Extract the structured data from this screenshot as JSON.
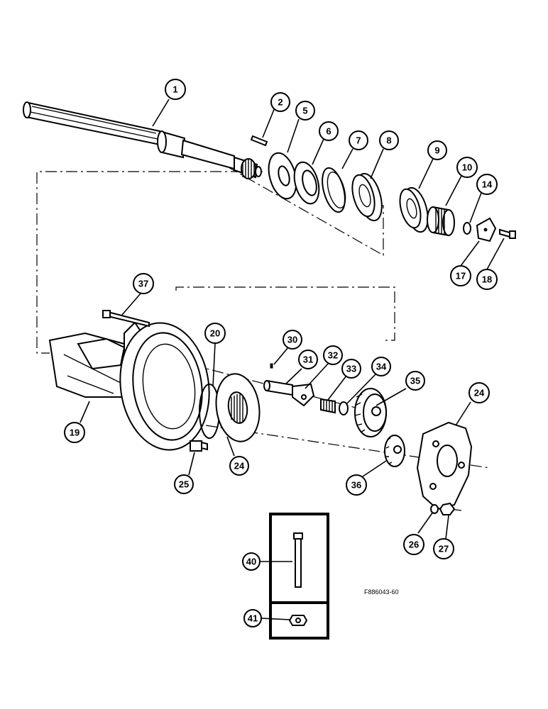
{
  "drawing_code": "F886043-60",
  "callouts": {
    "c1": "1",
    "c2": "2",
    "c5": "5",
    "c6": "6",
    "c7": "7",
    "c8": "8",
    "c9": "9",
    "c10": "10",
    "c14": "14",
    "c17": "17",
    "c18": "18",
    "c37": "37",
    "c20": "20",
    "c30": "30",
    "c31": "31",
    "c32": "32",
    "c33": "33",
    "c34": "34",
    "c35": "35",
    "c24a": "24",
    "c24b": "24",
    "c19": "19",
    "c25": "25",
    "c36": "36",
    "c26": "26",
    "c27": "27",
    "c40": "40",
    "c41": "41"
  }
}
